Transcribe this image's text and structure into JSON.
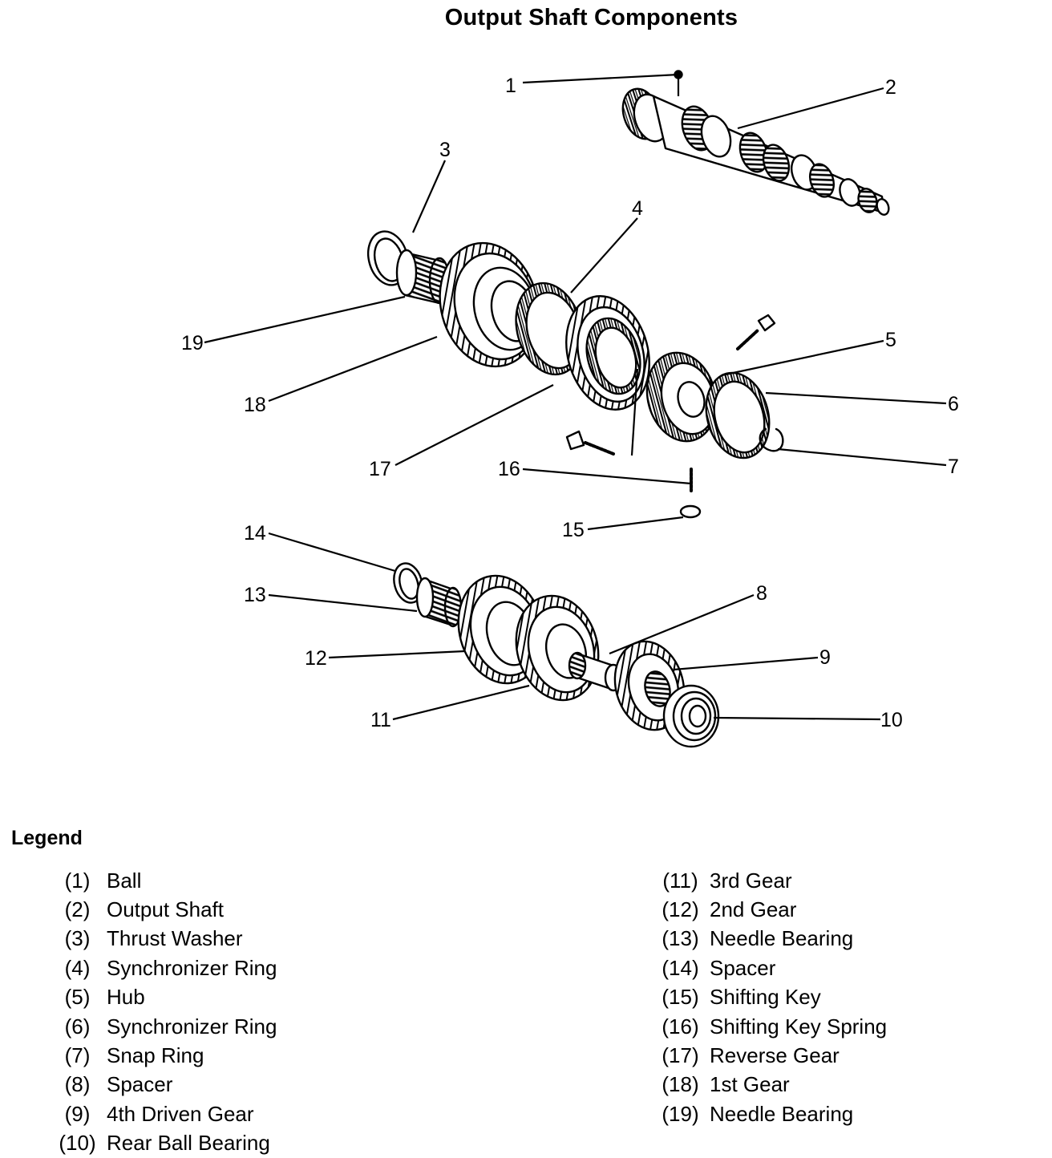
{
  "title": "Output Shaft Components",
  "legend": {
    "heading": "Legend",
    "left": [
      {
        "num": "(1)",
        "label": "Ball"
      },
      {
        "num": "(2)",
        "label": "Output Shaft"
      },
      {
        "num": "(3)",
        "label": "Thrust Washer"
      },
      {
        "num": "(4)",
        "label": "Synchronizer Ring"
      },
      {
        "num": "(5)",
        "label": "Hub"
      },
      {
        "num": "(6)",
        "label": "Synchronizer Ring"
      },
      {
        "num": "(7)",
        "label": "Snap Ring"
      },
      {
        "num": "(8)",
        "label": "Spacer"
      },
      {
        "num": "(9)",
        "label": "4th Driven Gear"
      },
      {
        "num": "(10)",
        "label": "Rear Ball Bearing"
      }
    ],
    "right": [
      {
        "num": "(11)",
        "label": "3rd Gear"
      },
      {
        "num": "(12)",
        "label": "2nd Gear"
      },
      {
        "num": "(13)",
        "label": "Needle Bearing"
      },
      {
        "num": "(14)",
        "label": "Spacer"
      },
      {
        "num": "(15)",
        "label": "Shifting Key"
      },
      {
        "num": "(16)",
        "label": "Shifting Key Spring"
      },
      {
        "num": "(17)",
        "label": "Reverse Gear"
      },
      {
        "num": "(18)",
        "label": "1st Gear"
      },
      {
        "num": "(19)",
        "label": "Needle Bearing"
      }
    ]
  },
  "callouts": {
    "c1": "1",
    "c2": "2",
    "c3": "3",
    "c4": "4",
    "c5": "5",
    "c6": "6",
    "c7": "7",
    "c8": "8",
    "c9": "9",
    "c10": "10",
    "c11": "11",
    "c12": "12",
    "c13": "13",
    "c14": "14",
    "c15": "15",
    "c16": "16",
    "c17": "17",
    "c18": "18",
    "c19": "19"
  }
}
